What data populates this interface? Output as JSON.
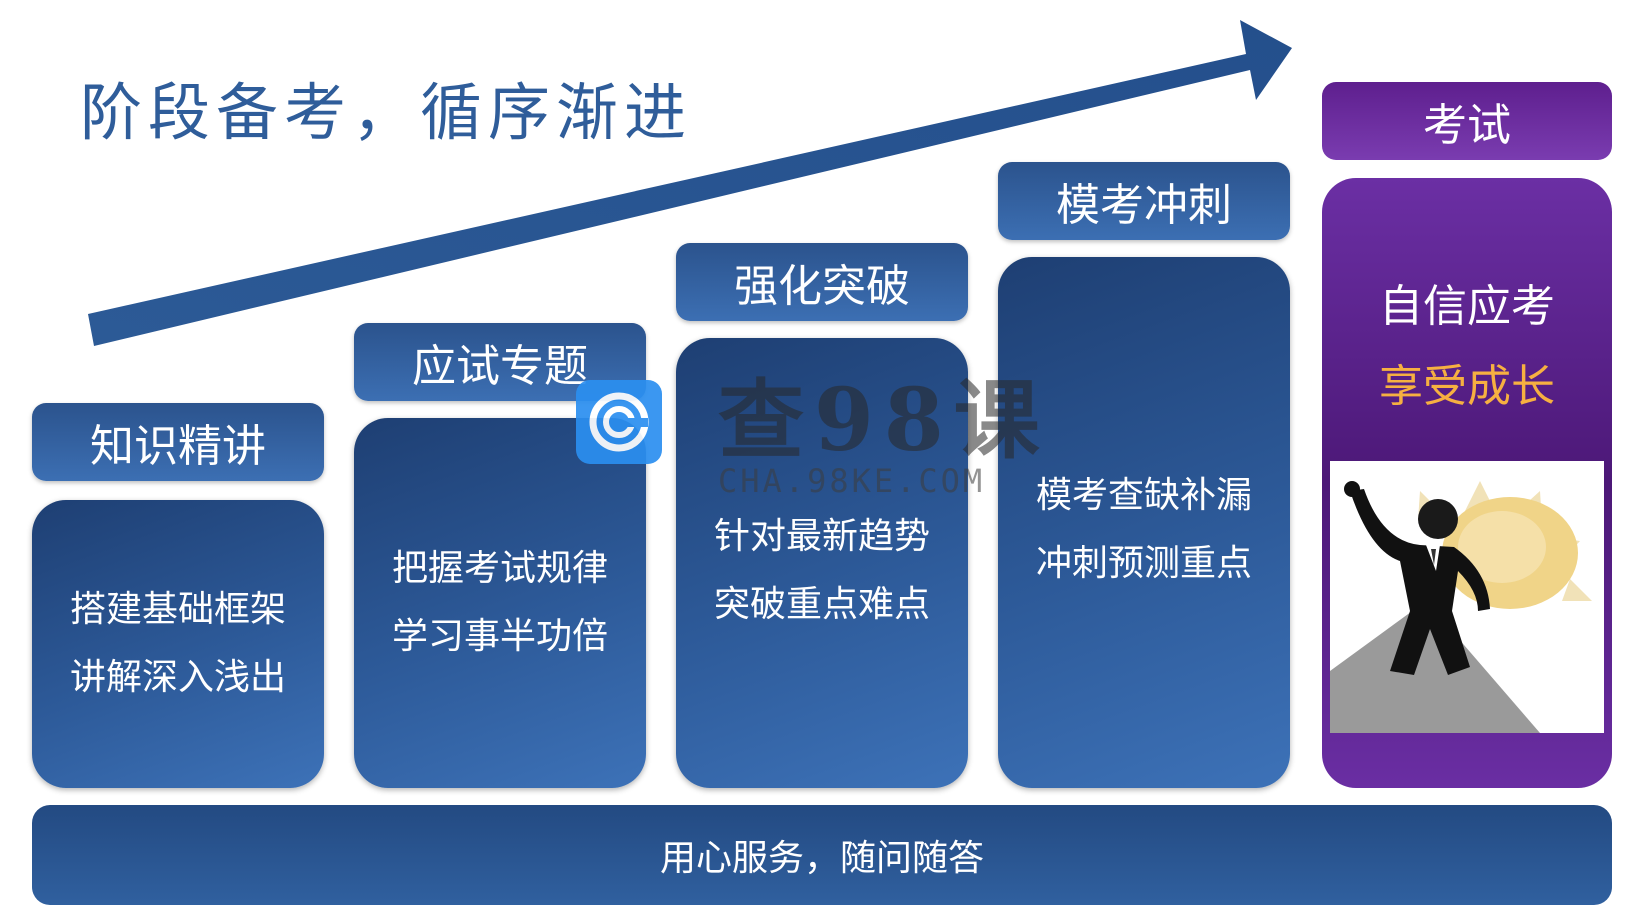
{
  "title": "阶段备考，循序渐进",
  "stages": [
    {
      "label": "知识精讲",
      "line1": "搭建基础框架",
      "line2": "讲解深入浅出"
    },
    {
      "label": "应试专题",
      "line1": "把握考试规律",
      "line2": "学习事半功倍"
    },
    {
      "label": "强化突破",
      "line1": "针对最新趋势",
      "line2": "突破重点难点"
    },
    {
      "label": "模考冲刺",
      "line1": "模考查缺补漏",
      "line2": "冲刺预测重点"
    }
  ],
  "exam": {
    "label": "考试",
    "line1": "自信应考",
    "line2": "享受成长"
  },
  "footer": "用心服务，随问随答",
  "watermark": {
    "main": "查98课",
    "sub": "CHA.98KE.COM"
  },
  "colors": {
    "stage_blue": "#2d5a99",
    "exam_purple": "#6b2fa4",
    "accent_orange": "#f6b041",
    "title_blue": "#2f5d9a"
  }
}
